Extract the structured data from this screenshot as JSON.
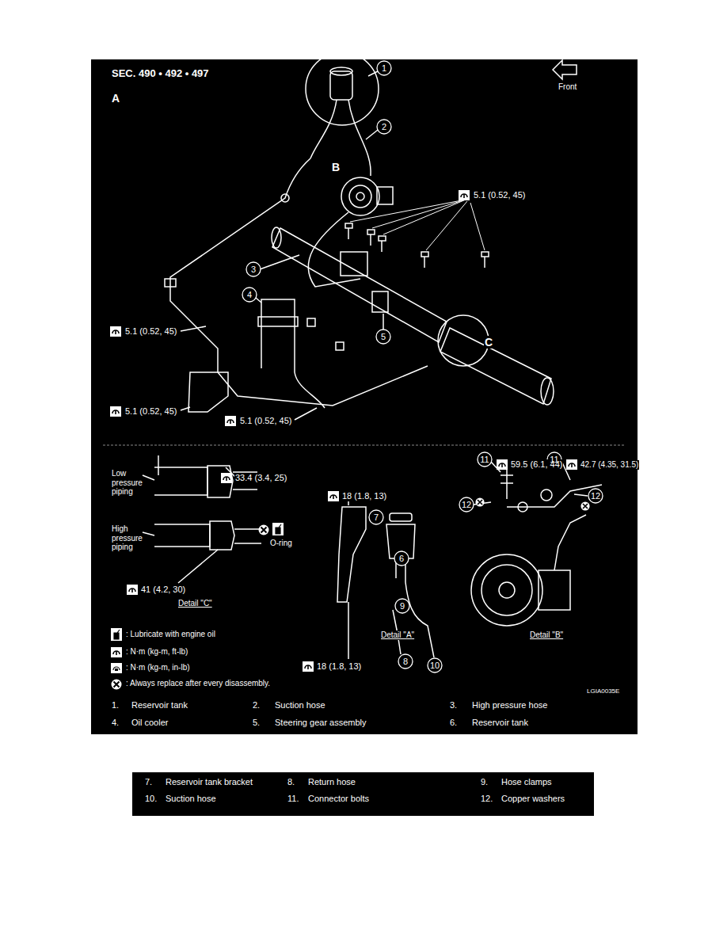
{
  "diagram": {
    "title": "SEC. 490 • 492 • 497",
    "labels": [
      "A",
      "1",
      "Front",
      "2",
      "B",
      "5.1 (0.52, 45)",
      "3",
      "4",
      "5.1 (0.52, 45)",
      "5",
      "C",
      "5.1 (0.52, 45)",
      "5.1 (0.52, 45)",
      "Low pressure piping",
      "33.4 (3.4, 25)",
      "High pressure piping",
      "O-ring",
      "41 (4.2, 30)",
      "Detail \"C\"",
      "18 (1.8, 13)",
      "7",
      "6",
      "9",
      "18 (1.8, 13)",
      "8",
      "10",
      "Detail \"A\"",
      "11",
      "59.5 (6.1, 44)",
      "11",
      "42.7 (4.35, 31.5)",
      "12",
      "12",
      "Detail \"B\"",
      "LGIA0035E",
      "1.",
      "Reservoir tank",
      "2.",
      "Suction hose",
      "3.",
      "High pressure hose",
      "4.",
      "Oil cooler",
      "5.",
      "Steering gear assembly",
      "6.",
      "Reservoir tank",
      "7.",
      "Reservoir tank bracket",
      "8.",
      "Return hose",
      "9.",
      "Hose clamps",
      "10.",
      "Suction hose",
      "11.",
      "Connector bolts",
      "12.",
      "Copper washers"
    ],
    "legend": [
      {
        "text": ": Lubricate with engine oil"
      },
      {
        "text": ": N·m (kg-m, ft-lb)"
      },
      {
        "text": ": N·m (kg-m, in-lb)"
      },
      {
        "text": ": Always replace after every disassembly."
      }
    ]
  }
}
